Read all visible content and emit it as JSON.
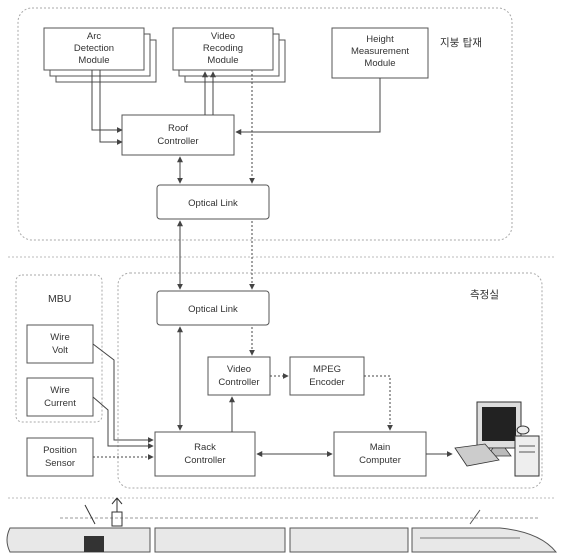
{
  "top_region_label": "지붕 탑재",
  "room_region_label": "측정실",
  "mbu_label": "MBU",
  "boxes": {
    "arc": [
      "Arc",
      "Detection",
      "Module"
    ],
    "video_rec": [
      "Video",
      "Recoding",
      "Module"
    ],
    "height": [
      "Height",
      "Measurement",
      "Module"
    ],
    "roof": [
      "Roof",
      "Controller"
    ],
    "optical_top": [
      "Optical Link"
    ],
    "optical_bottom": [
      "Optical Link"
    ],
    "video_ctrl": [
      "Video",
      "Controller"
    ],
    "mpeg": [
      "MPEG",
      "Encoder"
    ],
    "wire_volt": [
      "Wire",
      "Volt"
    ],
    "wire_current": [
      "Wire",
      "Current"
    ],
    "position": [
      "Position",
      "Sensor"
    ],
    "rack": [
      "Rack",
      "Controller"
    ],
    "main": [
      "Main",
      "Computer"
    ]
  },
  "icons": [
    "computer-workstation-icon",
    "train-icon"
  ]
}
